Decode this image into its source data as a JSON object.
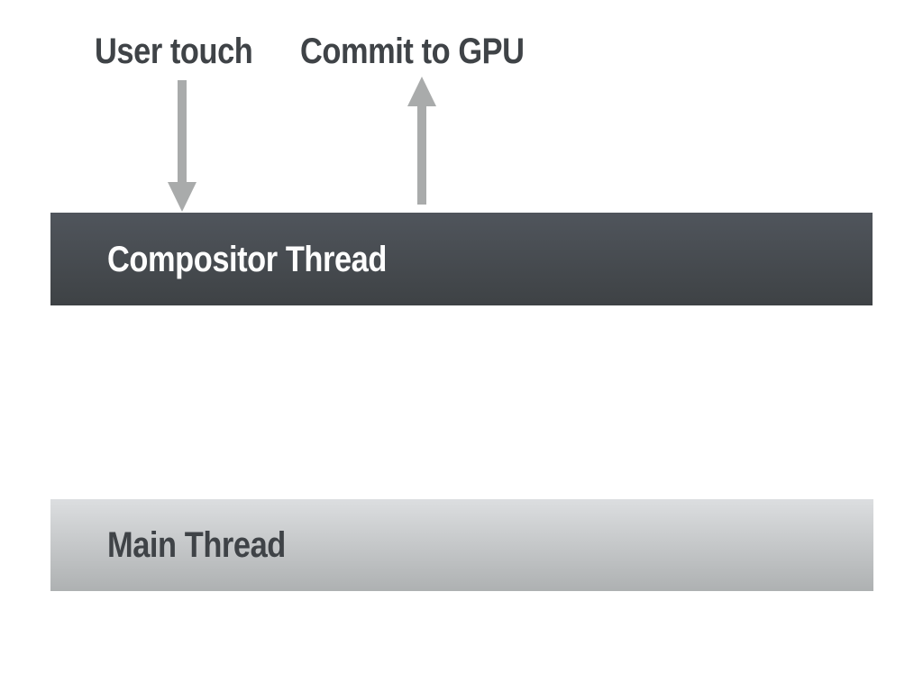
{
  "diagram": {
    "annotations": {
      "user_touch": "User touch",
      "commit_to_gpu": "Commit to GPU"
    },
    "bars": [
      {
        "id": "compositor-thread",
        "label": "Compositor Thread",
        "color_top": "#50555c",
        "color_bottom": "#3e4245",
        "text_color": "#fdfdfd"
      },
      {
        "id": "main-thread",
        "label": "Main Thread",
        "color_top": "#dcdee0",
        "color_bottom": "#aeb1b2",
        "text_color": "#3f4347"
      }
    ],
    "arrows": [
      {
        "id": "user-touch-arrow",
        "direction": "down",
        "points_to": "Compositor Thread"
      },
      {
        "id": "commit-to-gpu-arrow",
        "direction": "up",
        "points_from": "Compositor Thread"
      }
    ],
    "colors": {
      "background": "#ffffff",
      "annotation_text": "#3f4347",
      "arrow": "#a9abab"
    }
  }
}
